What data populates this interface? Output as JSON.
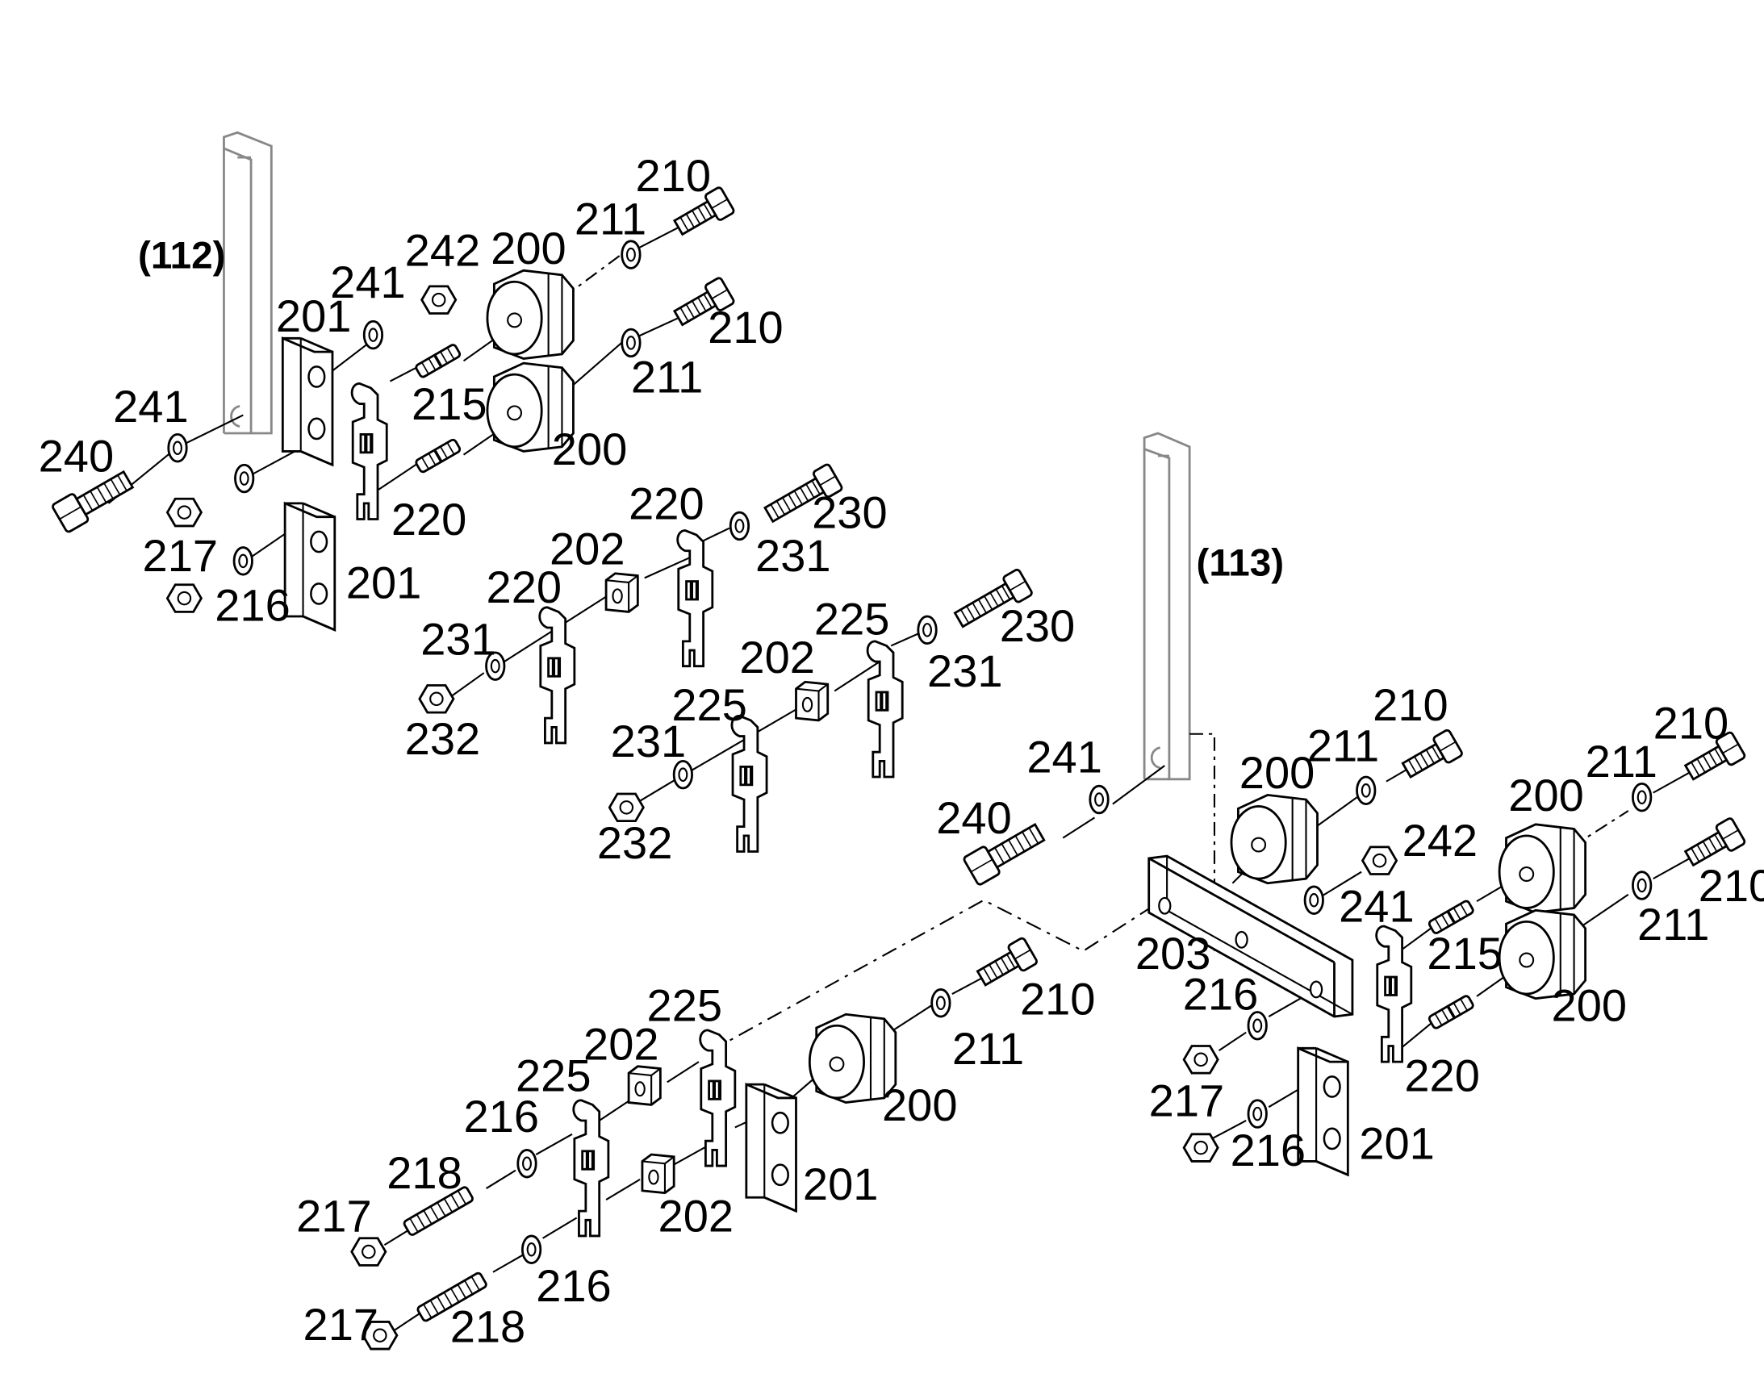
{
  "diagram": {
    "assembly_refs": {
      "left_bracket": "(112)",
      "right_bracket": "(113)"
    },
    "parts": {
      "insulator": "200",
      "busbar_block": "201",
      "spacer": "202",
      "busbar_long": "203",
      "screw": "210",
      "washer_small": "211",
      "stud": "215",
      "washer_nut": "216",
      "nut": "217",
      "stud_long": "218",
      "fuse_a": "220",
      "fuse_b": "225",
      "screw_long": "230",
      "washer_fuse": "231",
      "nut_fuse": "232",
      "bolt": "240",
      "washer_bolt": "241",
      "hex_nut": "242"
    }
  }
}
